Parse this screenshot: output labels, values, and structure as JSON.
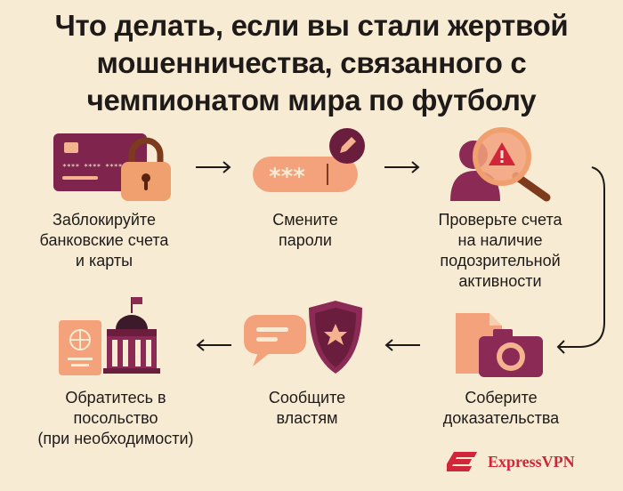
{
  "title": {
    "lines": [
      "Что делать, если вы стали жертвой",
      "мошенничества, связанного с",
      "чемпионатом мира по футболу"
    ]
  },
  "steps": [
    {
      "lines": [
        "Заблокируйте",
        "банковские счета",
        "и карты"
      ],
      "icon": "locked-card-icon"
    },
    {
      "lines": [
        "Смените",
        "пароли"
      ],
      "icon": "password-field-icon"
    },
    {
      "lines": [
        "Проверьте счета",
        "на наличие",
        "подозрительной",
        "активности"
      ],
      "icon": "magnifier-alert-icon"
    },
    {
      "lines": [
        "Соберите",
        "доказательства"
      ],
      "icon": "camera-document-icon"
    },
    {
      "lines": [
        "Сообщите",
        "властям"
      ],
      "icon": "police-badge-icon"
    },
    {
      "lines": [
        "Обратитесь в",
        "посольство",
        "(при необходимости)"
      ],
      "icon": "embassy-passport-icon"
    }
  ],
  "password_mask": "***",
  "brand": {
    "name": "ExpressVPN",
    "color": "#d1263a"
  },
  "colors": {
    "background": "#f7ecd3",
    "plum": "#6b1d3e",
    "salmon": "#f3a27c",
    "alert_red": "#d1263a"
  }
}
